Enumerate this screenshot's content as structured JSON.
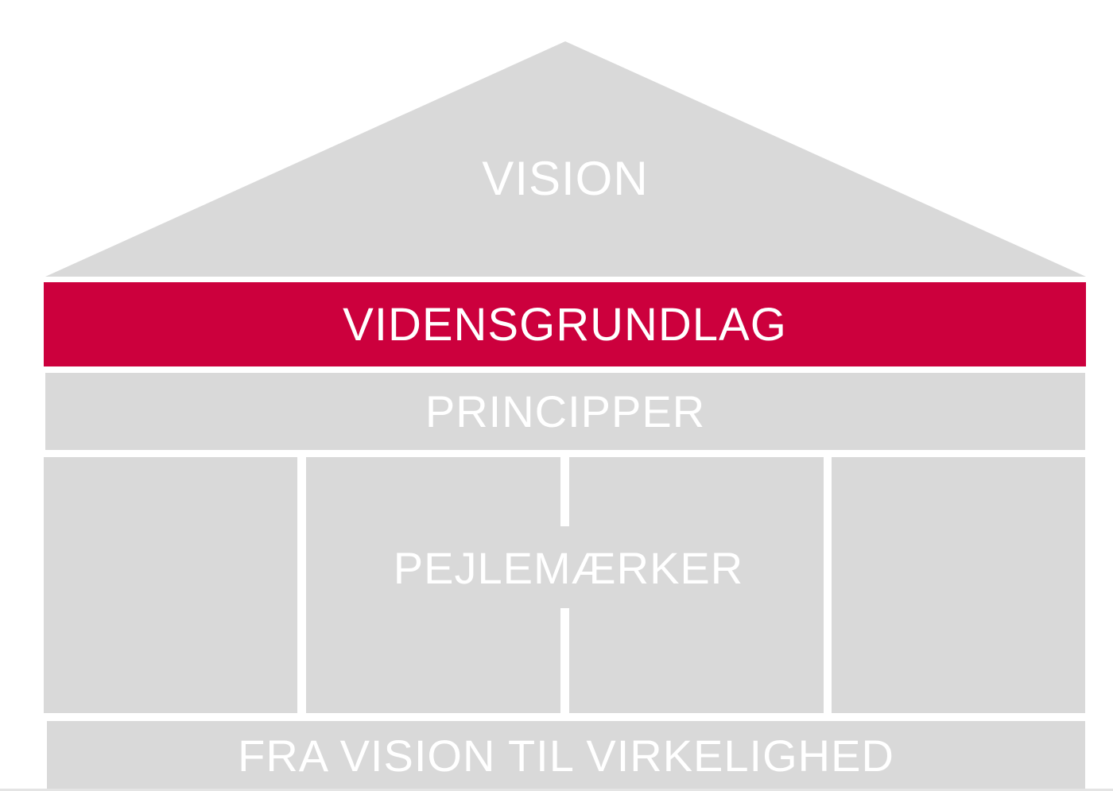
{
  "diagram": {
    "type": "house-model",
    "roof": {
      "label": "VISION",
      "color": "#d9d9d9"
    },
    "bands": [
      {
        "id": "knowledge-base",
        "label": "VIDENSGRUNDLAG",
        "color": "#cc003d",
        "highlighted": true
      },
      {
        "id": "principles",
        "label": "PRINCIPPER",
        "color": "#d9d9d9",
        "highlighted": false
      }
    ],
    "pillars": {
      "count": 4,
      "label": "PEJLEMÆRKER",
      "color": "#d9d9d9"
    },
    "foundation": {
      "label": "FRA VISION TIL VIRKELIGHED",
      "color": "#d9d9d9"
    },
    "text_color": "#ffffff",
    "background": "#ffffff"
  }
}
